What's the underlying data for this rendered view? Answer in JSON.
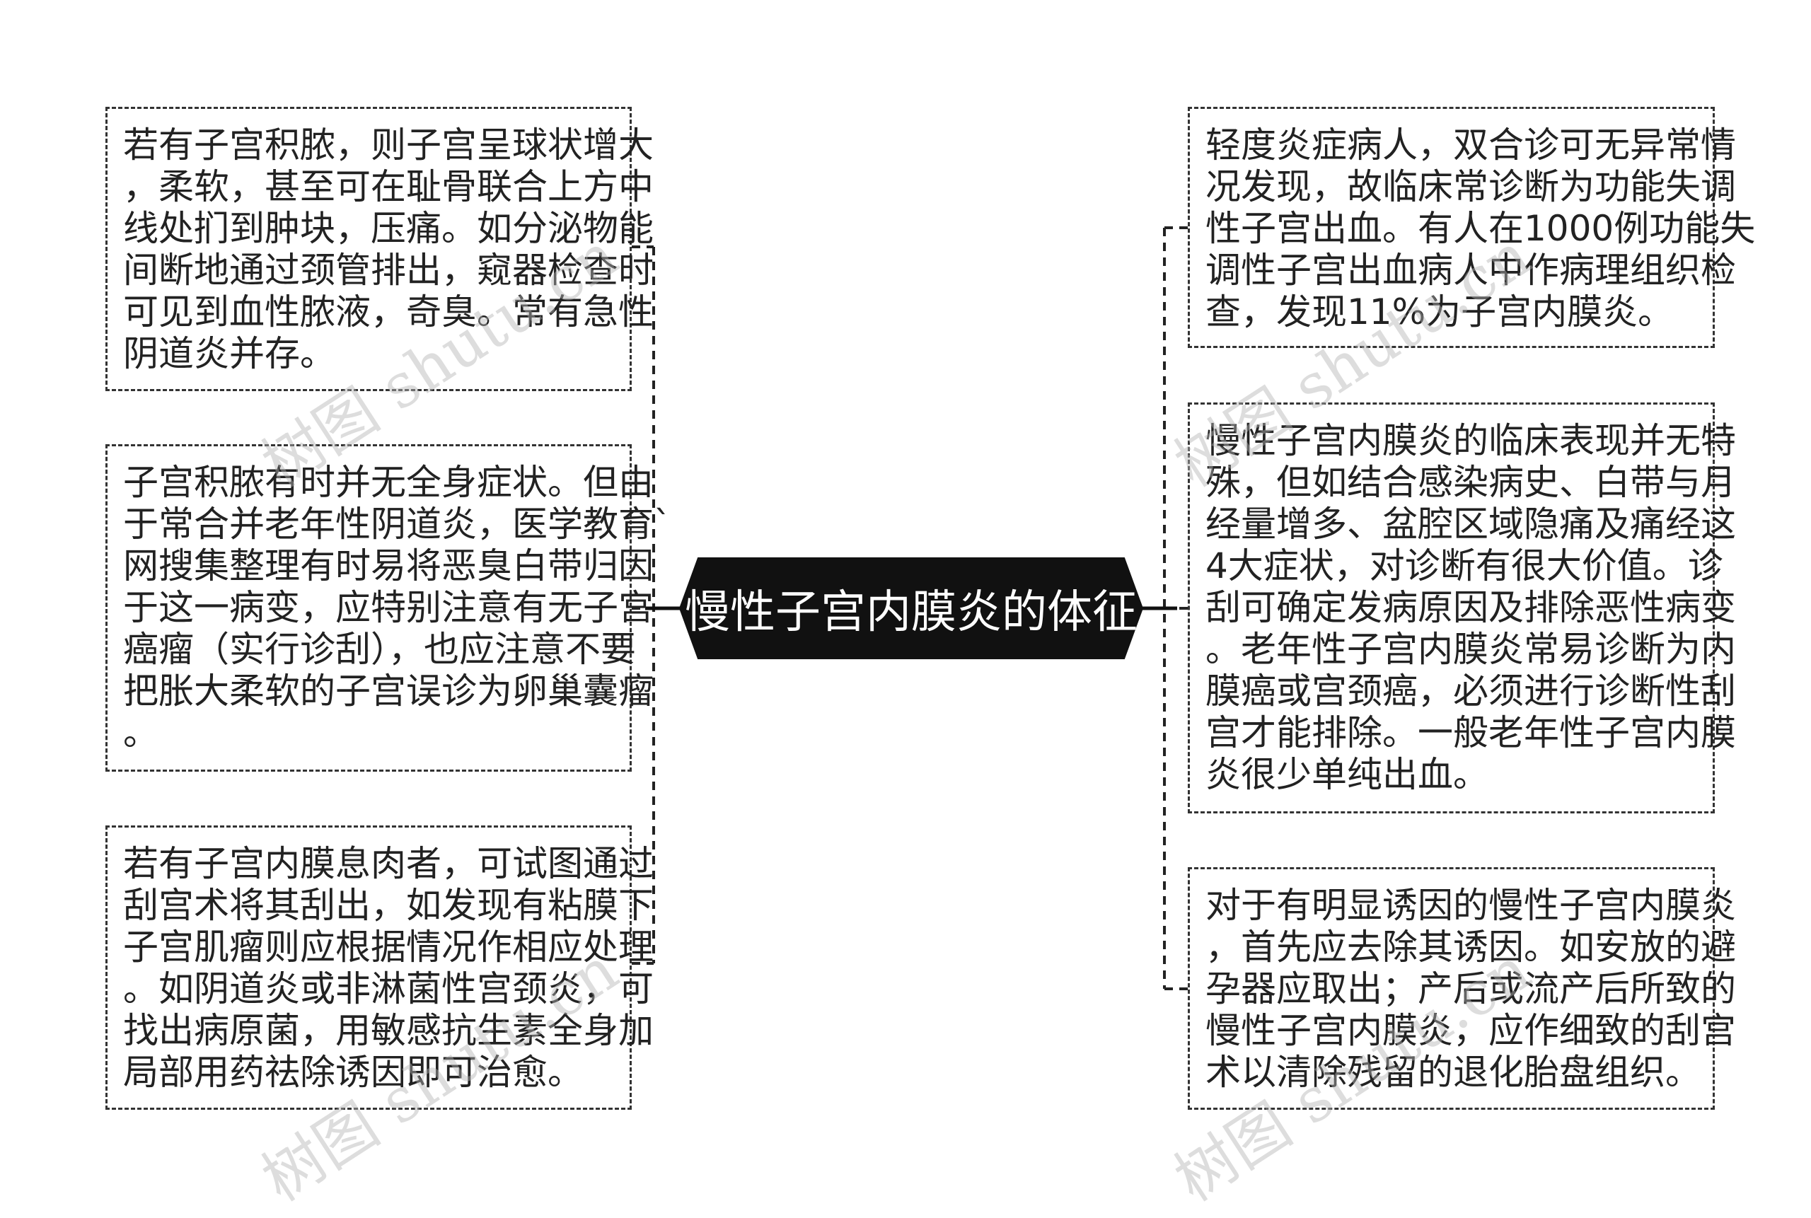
{
  "center": {
    "title": "慢性子宫内膜炎的体征"
  },
  "left_nodes": [
    {
      "lines": [
        "若有子宫积脓，则子宫呈球状增大",
        "，柔软，甚至可在耻骨联合上方中",
        "线处扪到肿块，压痛。如分泌物能",
        "间断地通过颈管排出，窥器检查时",
        "可见到血性脓液，奇臭。常有急性",
        "阴道炎并存。"
      ]
    },
    {
      "lines": [
        "子宫积脓有时并无全身症状。但由",
        "于常合并老年性阴道炎，医学教育`",
        "网搜集整理有时易将恶臭白带归因",
        "于这一病变，应特别注意有无子宫",
        "癌瘤（实行诊刮），也应注意不要",
        "把胀大柔软的子宫误诊为卵巢囊瘤",
        "。"
      ]
    },
    {
      "lines": [
        "若有子宫内膜息肉者，可试图通过",
        "刮宫术将其刮出，如发现有粘膜下",
        "子宫肌瘤则应根据情况作相应处理",
        "。如阴道炎或非淋菌性宫颈炎，可",
        "找出病原菌，用敏感抗生素全身加",
        "局部用药祛除诱因即可治愈。"
      ]
    }
  ],
  "right_nodes": [
    {
      "lines": [
        "轻度炎症病人，双合诊可无异常情",
        "况发现，故临床常诊断为功能失调",
        "性子宫出血。有人在1000例功能失",
        "调性子宫出血病人中作病理组织检",
        "查，发现11%为子宫内膜炎。"
      ]
    },
    {
      "lines": [
        "慢性子宫内膜炎的临床表现并无特",
        "殊，但如结合感染病史、白带与月",
        "经量增多、盆腔区域隐痛及痛经这",
        "4大症状，对诊断有很大价值。诊",
        "刮可确定发病原因及排除恶性病变",
        "。老年性子宫内膜炎常易诊断为内",
        "膜癌或宫颈癌，必须进行诊断性刮",
        "宫才能排除。一般老年性子宫内膜",
        "炎很少单纯出血。"
      ]
    },
    {
      "lines": [
        "对于有明显诱因的慢性子宫内膜炎",
        "，首先应去除其诱因。如安放的避",
        "孕器应取出；产后或流产后所致的",
        "慢性子宫内膜炎，应作细致的刮宫",
        "术以清除残留的退化胎盘组织。"
      ]
    }
  ],
  "watermark": "树图 shutu.cn",
  "colors": {
    "center_bg": "#111111",
    "border": "#333333",
    "text": "#222222"
  }
}
